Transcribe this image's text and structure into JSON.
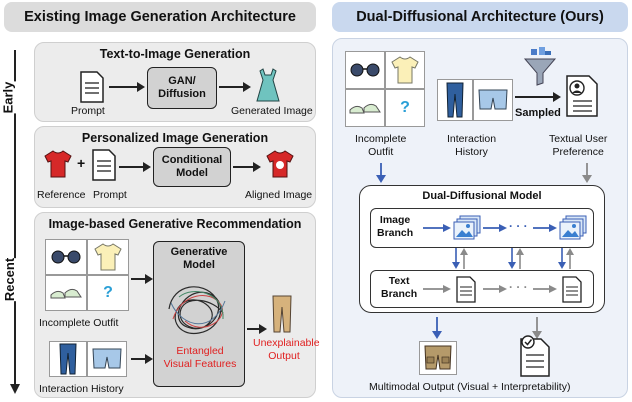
{
  "headers": {
    "left": "Existing Image Generation Architecture",
    "right": "Dual-Diffusional Architecture (Ours)"
  },
  "side_labels": {
    "early": "Early",
    "recent": "Recent"
  },
  "panel1": {
    "title": "Text-to-Image Generation",
    "box": "GAN/\nDiffusion",
    "prompt": "Prompt",
    "output": "Generated Image"
  },
  "panel2": {
    "title": "Personalized Image Generation",
    "box": "Conditional\nModel",
    "reference": "Reference",
    "prompt": "Prompt",
    "output": "Aligned Image",
    "plus": "+"
  },
  "panel3": {
    "title": "Image-based  Generative Recommendation",
    "box_title": "Generative\nModel",
    "entangled": "Entangled\nVisual Features",
    "unexplainable": "Unexplainable\nOutput",
    "outfit": "Incomplete Outfit",
    "history": "Interaction History",
    "question": "?"
  },
  "right": {
    "outfit": "Incomplete\nOutfit",
    "history": "Interaction\nHistory",
    "sampled": "Sampled",
    "preference": "Textual User\nPreference",
    "question": "?",
    "model_title": "Dual-Diffusional Model",
    "image_branch": "Image\nBranch",
    "text_branch": "Text\nBranch",
    "dots": "· · ·",
    "output": "Multimodal Output (Visual + Interpretability)"
  },
  "colors": {
    "accent_blue": "#3a5fb5",
    "gray_arrow": "#8a8a8a",
    "red": "#e02020"
  }
}
